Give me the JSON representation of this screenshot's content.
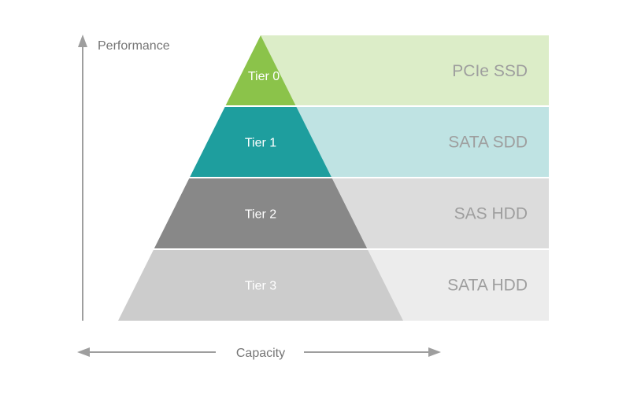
{
  "axes": {
    "y_label": "Performance",
    "x_label": "Capacity"
  },
  "tiers": [
    {
      "tier": "Tier 0",
      "media": "PCIe SSD",
      "tier_color": "#8bc34a",
      "band_color": "#dcedc8",
      "tier_text_color": "#ffffff",
      "media_text_color": "#9e9e9e"
    },
    {
      "tier": "Tier 1",
      "media": "SATA SDD",
      "tier_color": "#1e9e9e",
      "band_color": "#bfe3e3",
      "tier_text_color": "#ffffff",
      "media_text_color": "#9e9e9e"
    },
    {
      "tier": "Tier 2",
      "media": "SAS HDD",
      "tier_color": "#888888",
      "band_color": "#dcdcdc",
      "tier_text_color": "#ffffff",
      "media_text_color": "#9e9e9e"
    },
    {
      "tier": "Tier 3",
      "media": "SATA HDD",
      "tier_color": "#cccccc",
      "band_color": "#ececec",
      "tier_text_color": "#ffffff",
      "media_text_color": "#9e9e9e"
    }
  ],
  "colors": {
    "axis": "#9e9e9e",
    "axis_label": "#757575",
    "separator": "#ffffff"
  }
}
